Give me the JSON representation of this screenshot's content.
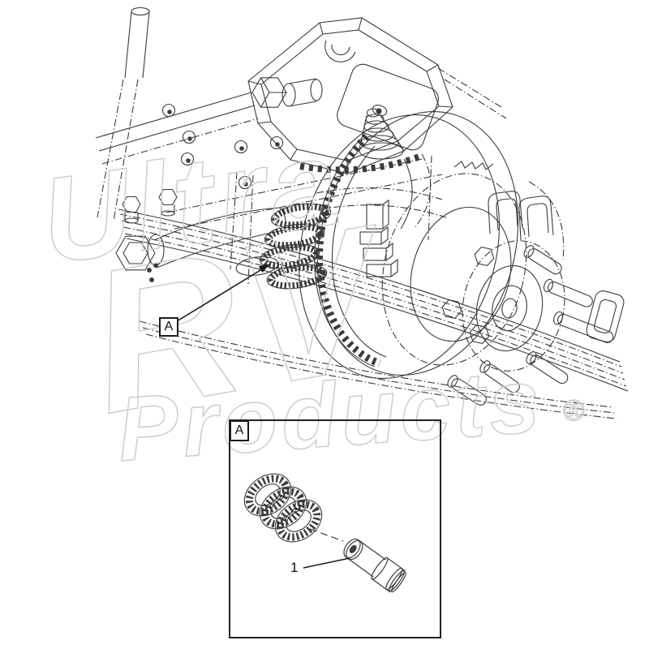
{
  "diagram": {
    "labels": {
      "main_callout": "A",
      "detail_callout": "A",
      "part_number": "1"
    },
    "watermark": {
      "word1": "Ultra",
      "word2": "RV",
      "word3": "Products",
      "registered": "®"
    },
    "colors": {
      "line": "#3b3b3b",
      "watermark": "#cbcbcb",
      "background": "#ffffff"
    }
  }
}
